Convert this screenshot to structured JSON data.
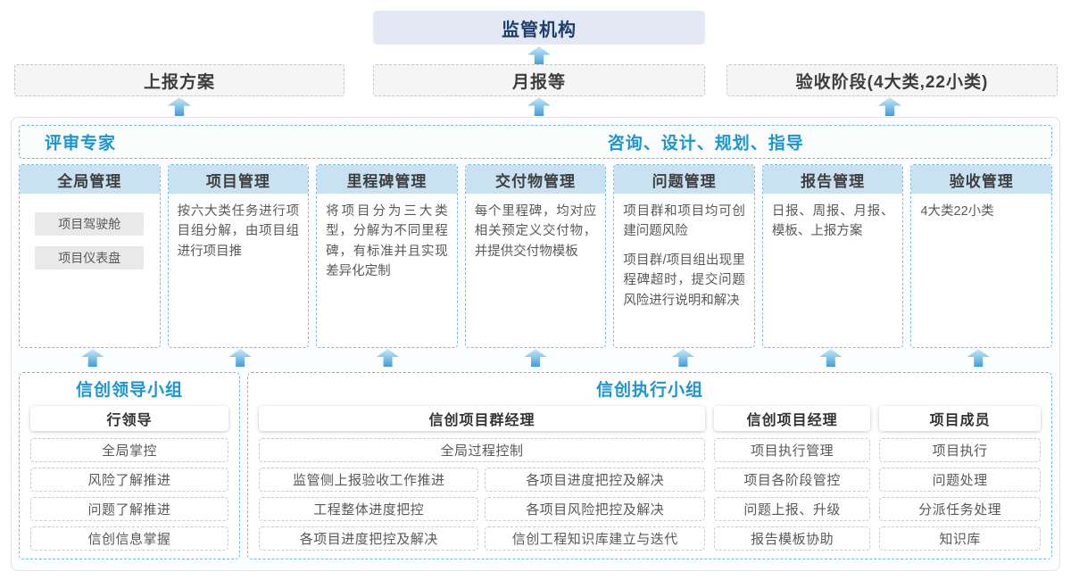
{
  "colors": {
    "accent_blue_text": "#1b96d3",
    "regulator_bg": "#e2e9f4",
    "regulator_text": "#1d3e6e",
    "column_header_bg": "#c9e2f1",
    "dashed_blue_border": "#74b8de",
    "arrow_blue": "#3e9dd8",
    "body_text": "#595959"
  },
  "top": {
    "regulator": "监管机构",
    "reports": [
      "上报方案",
      "月报等",
      "验收阶段(4大类,22小类)"
    ]
  },
  "panel": {
    "left_header": "评审专家",
    "right_header": "咨询、设计、规划、指导",
    "columns": [
      {
        "title": "全局管理",
        "chips": [
          "项目驾驶舱",
          "项目仪表盘"
        ]
      },
      {
        "title": "项目管理",
        "paras": [
          "按六大类任务进行项目组分解，由项目组进行项目推"
        ]
      },
      {
        "title": "里程碑管理",
        "paras": [
          "将项目分为三大类型，分解为不同里程碑，有标准并且实现差异化定制"
        ]
      },
      {
        "title": "交付物管理",
        "paras": [
          "每个里程碑，均对应相关预定义交付物，并提供交付物模板"
        ]
      },
      {
        "title": "问题管理",
        "paras": [
          "项目群和项目均可创建问题风险",
          "项目群/项目组出现里程碑超时，提交问题风险进行说明和解决"
        ]
      },
      {
        "title": "报告管理",
        "paras": [
          "日报、周报、月报、模板、上报方案"
        ]
      },
      {
        "title": "验收管理",
        "paras": [
          "4大类22小类"
        ]
      }
    ]
  },
  "groups": {
    "leader": {
      "title": "信创领导小组",
      "role": "行领导",
      "items": [
        "全局掌控",
        "风险了解推进",
        "问题了解推进",
        "信创信息掌握"
      ]
    },
    "exec": {
      "title": "信创执行小组",
      "program_manager": {
        "role": "信创项目群经理",
        "full_item": "全局过程控制",
        "left_items": [
          "监管侧上报验收工作推进",
          "工程整体进度把控",
          "各项目进度把控及解决"
        ],
        "right_items": [
          "各项目进度把控及解决",
          "各项目风险把控及解决",
          "信创工程知识库建立与迭代"
        ]
      },
      "project_manager": {
        "role": "信创项目经理",
        "items": [
          "项目执行管理",
          "项目各阶段管控",
          "问题上报、升级",
          "报告模板协助"
        ]
      },
      "member": {
        "role": "项目成员",
        "items": [
          "项目执行",
          "问题处理",
          "分派任务处理",
          "知识库"
        ]
      }
    }
  }
}
